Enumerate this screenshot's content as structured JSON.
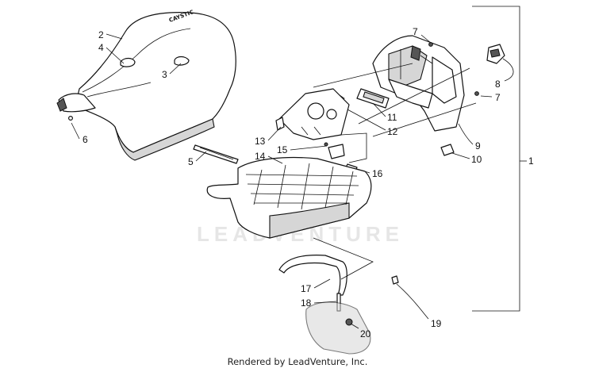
{
  "watermark": "LEADVENTURE",
  "footer": "Rendered by LeadVenture, Inc.",
  "seat_logo": "CAYSTIC",
  "callouts": [
    "1",
    "2",
    "3",
    "4",
    "5",
    "6",
    "7",
    "7",
    "8",
    "9",
    "10",
    "11",
    "12",
    "13",
    "14",
    "15",
    "16",
    "17",
    "18",
    "19",
    "20"
  ]
}
